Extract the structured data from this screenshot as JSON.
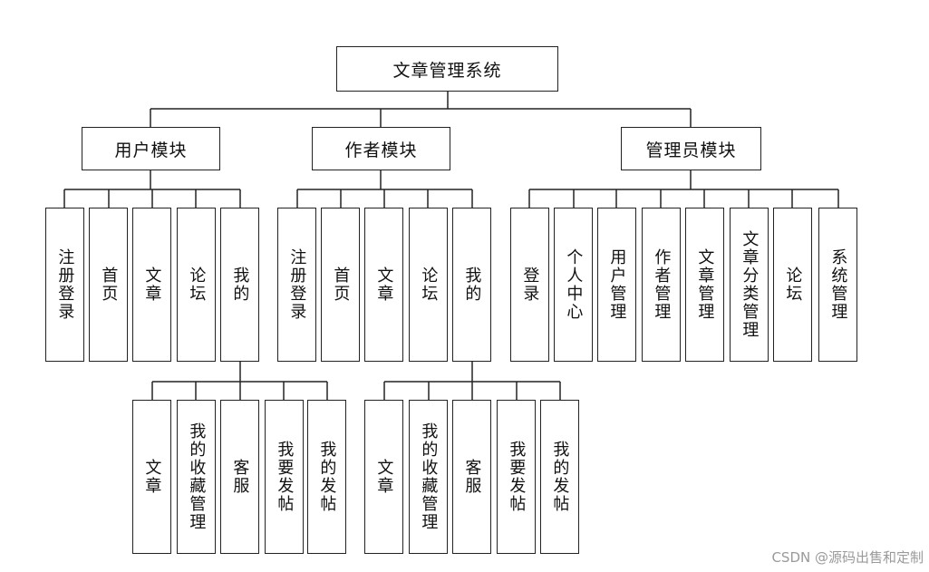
{
  "root": "文章管理系统",
  "modules": {
    "user": {
      "title": "用户模块",
      "items": [
        "注册登录",
        "首页",
        "文章",
        "论坛",
        "我的"
      ],
      "my_sub": [
        "文章",
        "我的收藏管理",
        "客服",
        "我要发帖",
        "我的发帖"
      ]
    },
    "author": {
      "title": "作者模块",
      "items": [
        "注册登录",
        "首页",
        "文章",
        "论坛",
        "我的"
      ],
      "my_sub": [
        "文章",
        "我的收藏管理",
        "客服",
        "我要发帖",
        "我的发帖"
      ]
    },
    "admin": {
      "title": "管理员模块",
      "items": [
        "登录",
        "个人中心",
        "用户管理",
        "作者管理",
        "文章管理",
        "文章分类管理",
        "论坛",
        "系统管理"
      ]
    }
  },
  "watermark": "CSDN @源码出售和定制",
  "colors": {
    "line": "#222222",
    "watermark": "#9a9a9a"
  }
}
